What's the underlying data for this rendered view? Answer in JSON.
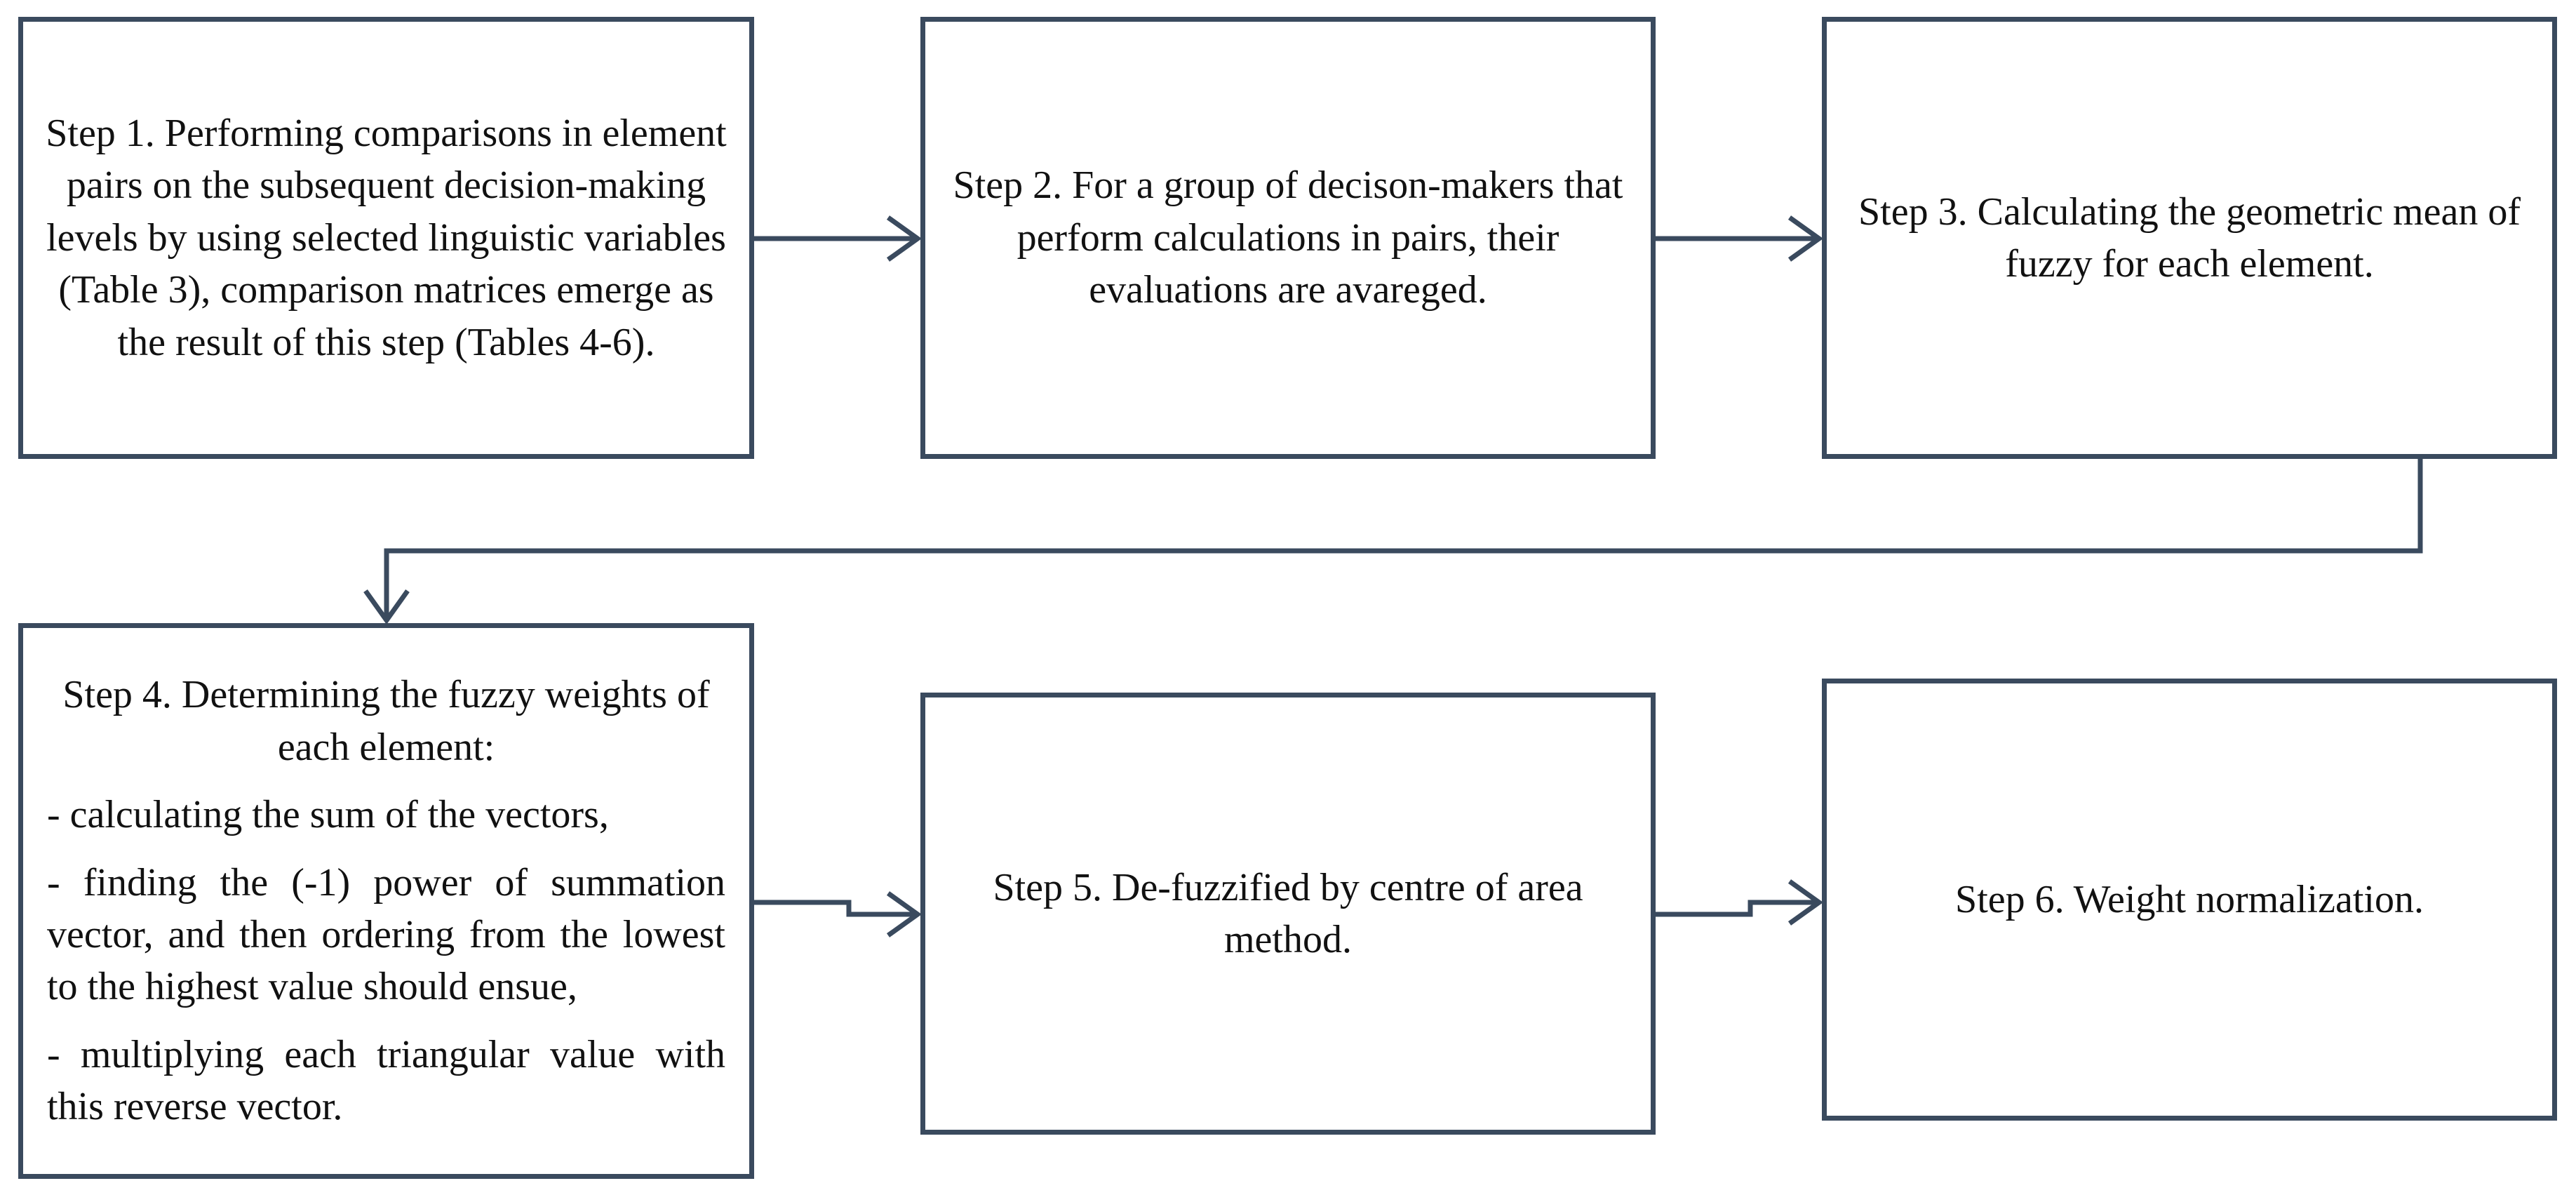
{
  "steps": {
    "step1": "Step 1. Performing comparisons in element pairs on the subsequent decision-making levels by using selected linguistic variables (Table 3), comparison matrices emerge as the result of this step (Tables 4-6).",
    "step2": "Step 2. For a group of decison-makers that perform calculations in pairs, their evaluations are avareged.",
    "step3": "Step 3. Calculating the geometric mean of fuzzy for each element.",
    "step4": {
      "title": "Step 4. Determining the fuzzy weights of each element:",
      "items": [
        "- calculating the sum of the vectors,",
        "- finding the (-1) power of summation vector, and then ordering from the lowest to the highest value should ensue,",
        "- multiplying each triangular value with this reverse vector."
      ]
    },
    "step5": "Step 5. De-fuzzified by centre of area method.",
    "step6": "Step 6. Weight normalization."
  },
  "colors": {
    "border": "#3a4a5e",
    "text": "#111111",
    "background": "#ffffff"
  }
}
